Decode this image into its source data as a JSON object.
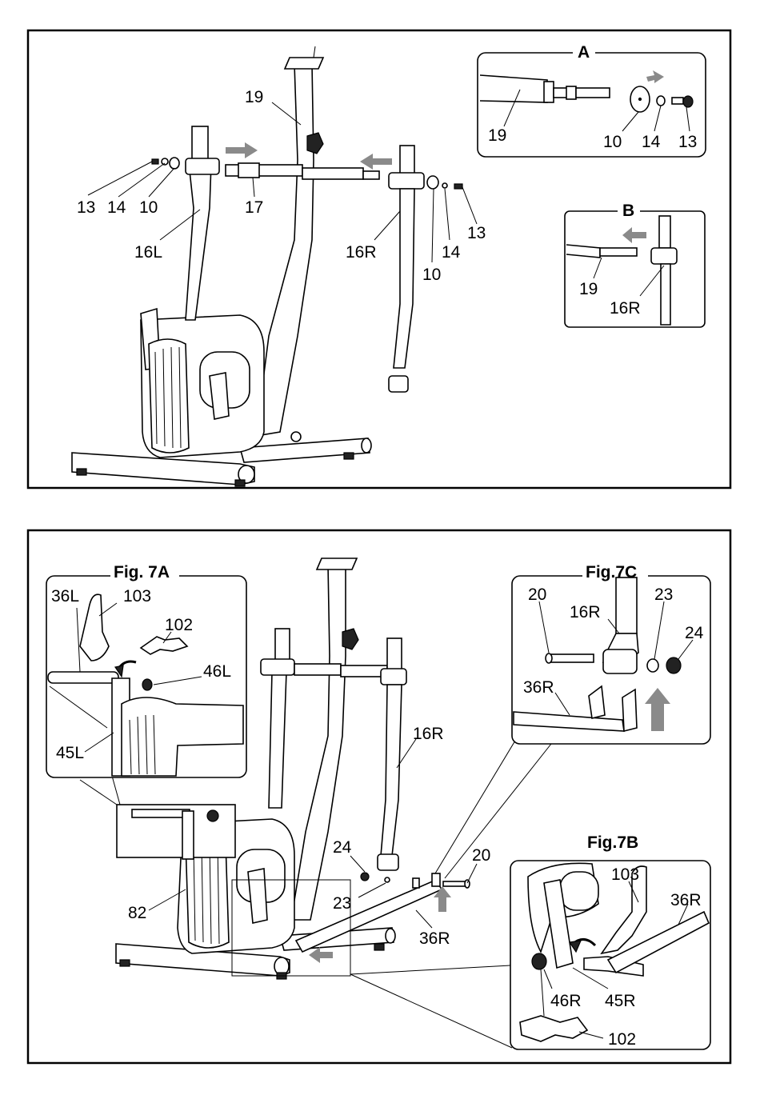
{
  "panel_top": {
    "labels": {
      "p13a": "13",
      "p14a": "14",
      "p10a": "10",
      "p17": "17",
      "p16L": "16L",
      "p19": "19",
      "p16R": "16R",
      "p10b": "10",
      "p14b": "14",
      "p13b": "13"
    },
    "inset_a": {
      "title": "A",
      "labels": {
        "p19": "19",
        "p10": "10",
        "p14": "14",
        "p13": "13"
      }
    },
    "inset_b": {
      "title": "B",
      "labels": {
        "p19": "19",
        "p16R": "16R"
      }
    }
  },
  "panel_bottom": {
    "labels": {
      "p16R": "16R",
      "p24": "24",
      "p23": "23",
      "p20": "20",
      "p36R": "36R",
      "p82": "82"
    },
    "fig7a": {
      "title": "Fig. 7A",
      "labels": {
        "p36L": "36L",
        "p103": "103",
        "p102": "102",
        "p46L": "46L",
        "p45L": "45L"
      }
    },
    "fig7c": {
      "title": "Fig.7C",
      "labels": {
        "p20": "20",
        "p16R": "16R",
        "p23": "23",
        "p24": "24",
        "p36R": "36R"
      }
    },
    "fig7b": {
      "title": "Fig.7B",
      "labels": {
        "p103": "103",
        "p36R": "36R",
        "p46R": "46R",
        "p45R": "45R",
        "p102": "102"
      }
    }
  }
}
